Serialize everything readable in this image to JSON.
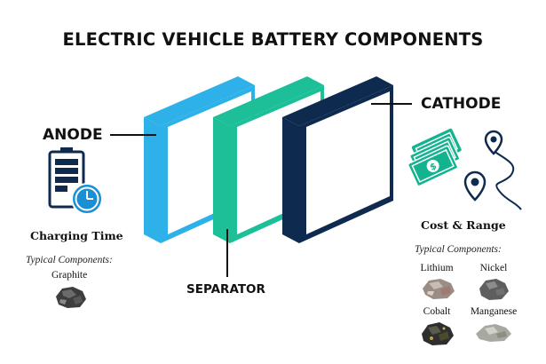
{
  "title": "ELECTRIC VEHICLE BATTERY COMPONENTS",
  "colors": {
    "anode": "#2eb0e8",
    "separator": "#1cbf97",
    "cathode": "#0f2a4f",
    "icon": "#1a8fd6",
    "money": "#14b38f",
    "text": "#111111"
  },
  "anode": {
    "label": "ANODE",
    "feature": "Charging Time",
    "components_heading": "Typical Components:",
    "components": [
      "Graphite"
    ]
  },
  "separator": {
    "label": "SEPARATOR"
  },
  "cathode": {
    "label": "CATHODE",
    "feature": "Cost & Range",
    "components_heading": "Typical Components:",
    "components": [
      "Lithium",
      "Nickel",
      "Cobalt",
      "Manganese"
    ]
  },
  "icons": {
    "battery": "battery-icon",
    "clock": "clock-icon",
    "money": "money-icon",
    "route": "route-pin-icon"
  }
}
